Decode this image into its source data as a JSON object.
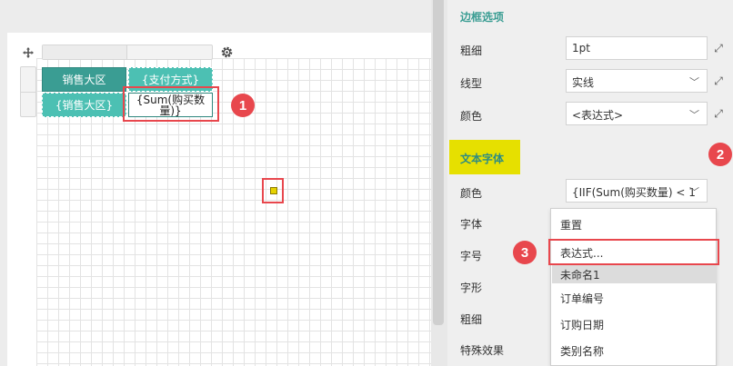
{
  "designer": {
    "table": {
      "header": [
        "销售大区",
        "{支付方式}"
      ],
      "row": [
        "{销售大区}",
        "{Sum(购买数量)}"
      ]
    }
  },
  "annotations": {
    "step1": "1",
    "step2": "2",
    "step3": "3"
  },
  "panel": {
    "border_section": {
      "title": "边框选项",
      "weight_label": "粗细",
      "weight_value": "1pt",
      "style_label": "线型",
      "style_value": "实线",
      "color_label": "颜色",
      "color_value": "<表达式>"
    },
    "font_section": {
      "title": "文本字体",
      "color_label": "颜色",
      "color_value": "{IIF(Sum(购买数量) < 1",
      "font_label": "字体",
      "size_label": "字号",
      "shape_label": "字形",
      "weight_label": "粗细",
      "effects_label": "特殊效果"
    }
  },
  "dropdown": {
    "items": [
      "重置",
      "表达式...",
      "未命名1",
      "订单编号",
      "订购日期",
      "类别名称"
    ]
  },
  "colors": {
    "accent": "#3a9d93",
    "highlight": "#e8474d",
    "section_bg": "#e6e000"
  }
}
